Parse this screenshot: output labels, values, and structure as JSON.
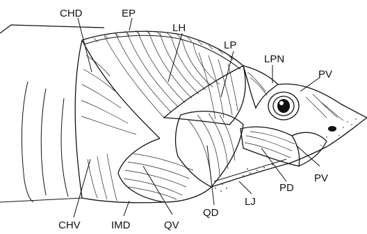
{
  "labels": {
    "chd": "CHD",
    "ep": "EP",
    "lh": "LH",
    "lp": "LP",
    "lpn": "LPN",
    "pv_top": "PV",
    "pv_bottom": "PV",
    "pd": "PD",
    "lj": "LJ",
    "qd": "QD",
    "qv": "QV",
    "imd": "IMD",
    "chv": "CHV"
  }
}
